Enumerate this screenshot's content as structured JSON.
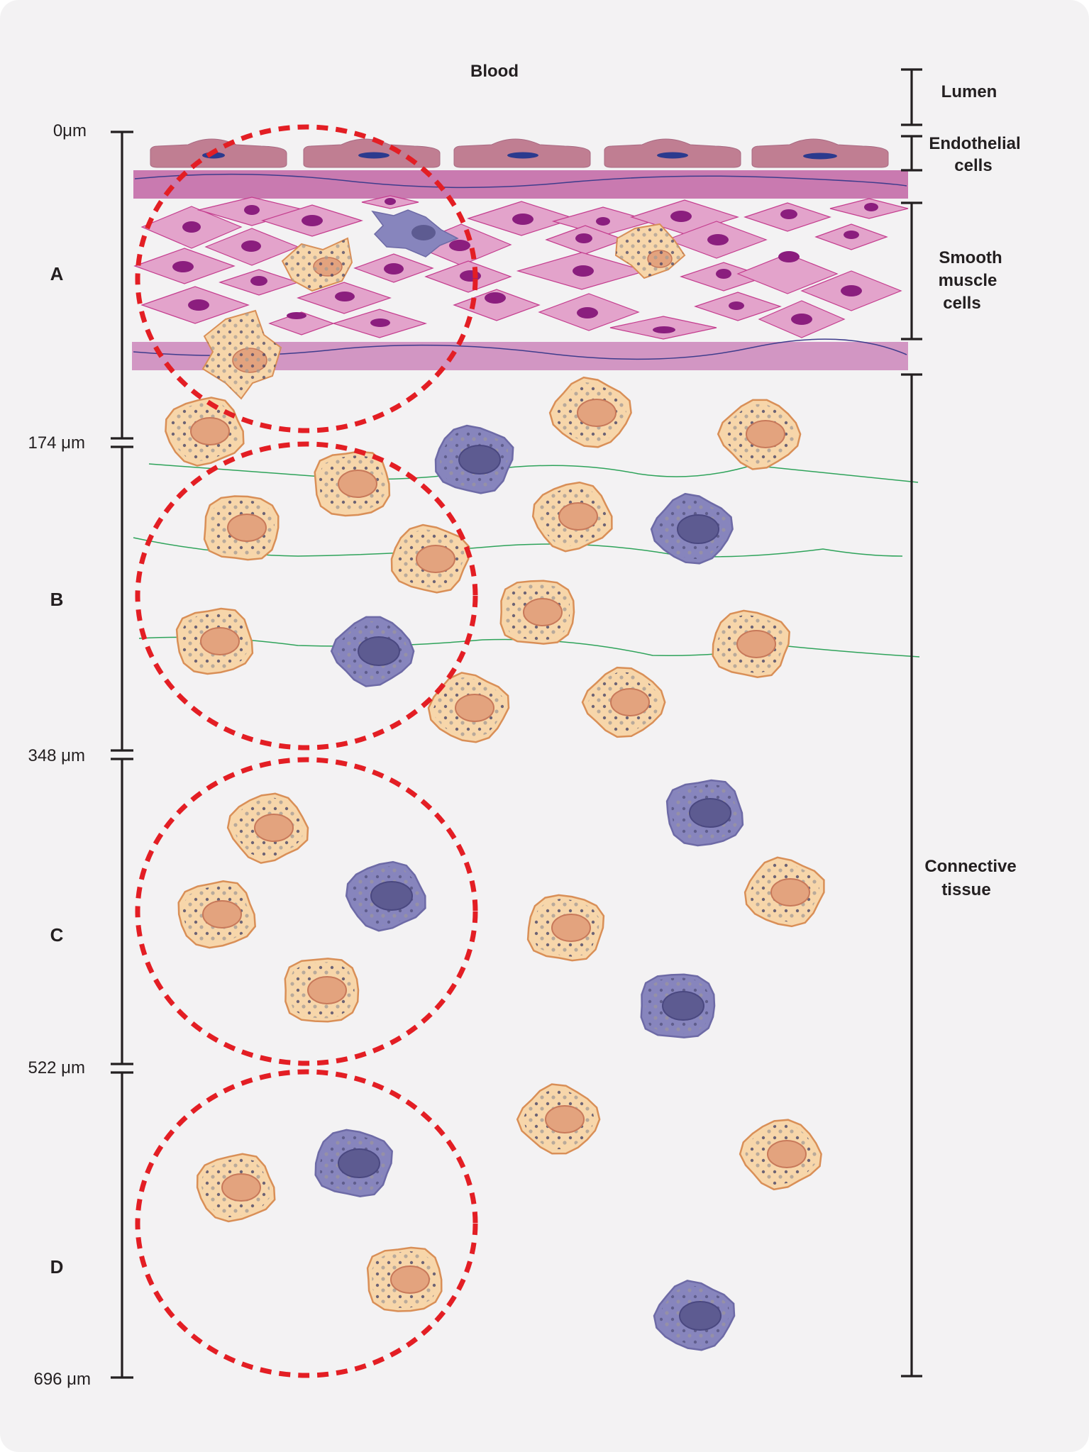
{
  "title": "Blood",
  "colors": {
    "background": "#f3f2f3",
    "endothelium": "#c07e92",
    "membrane": "#c97ab0",
    "smooth_muscle": "#e3a3cb",
    "smooth_muscle_nucleus": "#8b1e7e",
    "mast_cell": "#f7d6aa",
    "mast_cell_outline": "#d98f57",
    "macrophage": "#8785bd",
    "fiber": "#2ea35a",
    "highlight_circle": "#e31e24"
  },
  "depth_scale": {
    "ticks": [
      "0μm",
      "174 μm",
      "348 μm",
      "522 μm",
      "696 μm"
    ],
    "zones": [
      "A",
      "B",
      "C",
      "D"
    ]
  },
  "layers": {
    "lumen": "Lumen",
    "endothelial_line1": "Endothelial",
    "endothelial_line2": "cells",
    "smooth_line1": "Smooth",
    "smooth_line2": "muscle",
    "smooth_line3": "cells",
    "connective_line1": "Connective",
    "connective_line2": "tissue"
  }
}
